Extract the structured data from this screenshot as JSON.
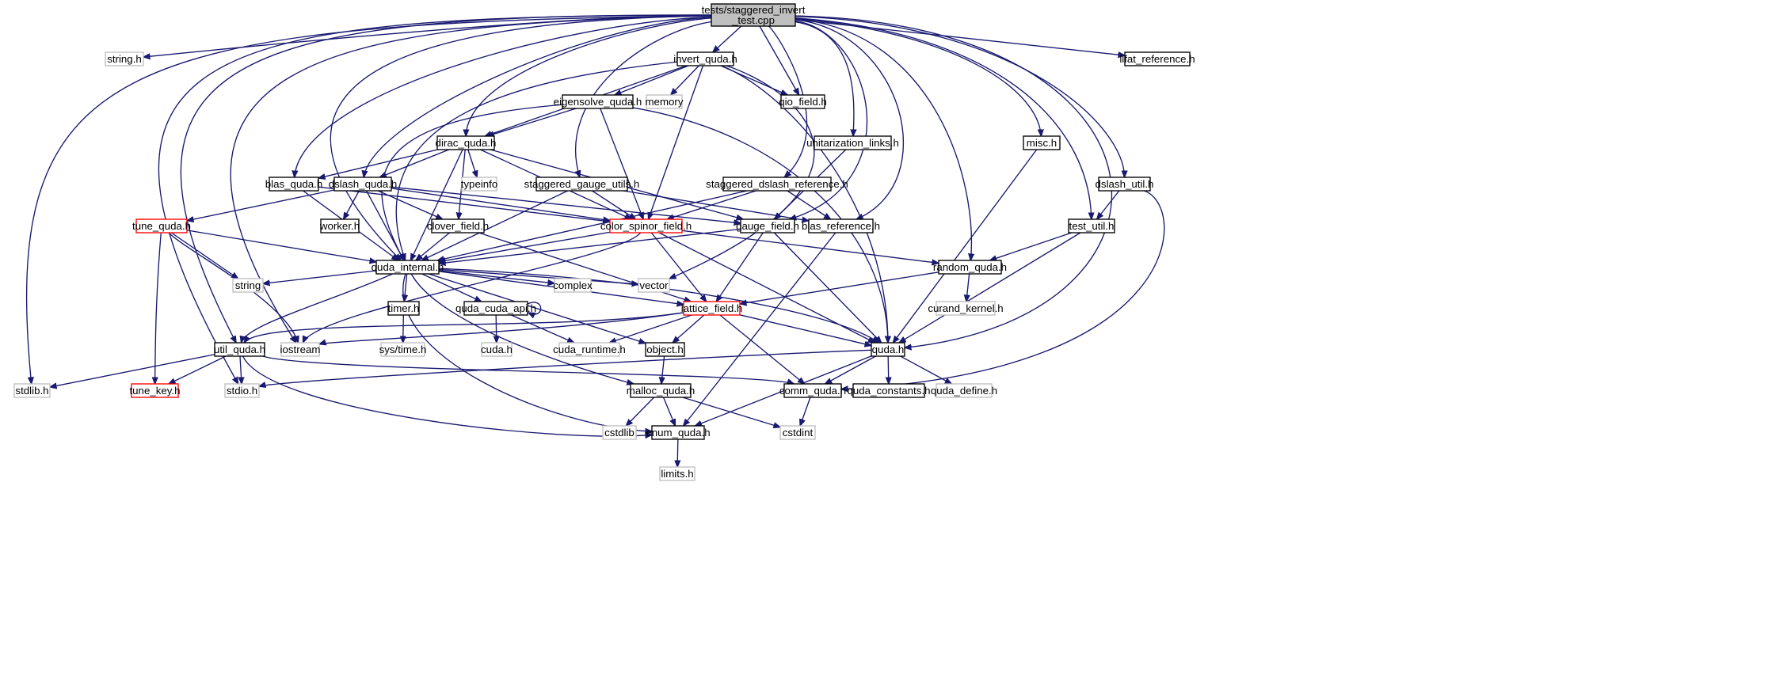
{
  "graph": {
    "edge_color": "#191970",
    "node_styles": {
      "root": {
        "fill": "#bfbfbf",
        "border": "#000000"
      },
      "doc": {
        "fill": "#ffffff",
        "border": "#000000"
      },
      "red": {
        "fill": "#ffffff",
        "border": "#ff0000"
      },
      "sys": {
        "fill": "#ffffff",
        "border": "#bfbfbf"
      }
    },
    "nodes": [
      {
        "id": "root",
        "kind": "root",
        "lines": [
          "tests/staggered_invert",
          "_test.cpp"
        ]
      },
      {
        "id": "string_h",
        "kind": "sys",
        "lines": [
          "string.h"
        ]
      },
      {
        "id": "invert_quda",
        "kind": "doc",
        "lines": [
          "invert_quda.h"
        ]
      },
      {
        "id": "llfat_reference",
        "kind": "doc",
        "lines": [
          "llfat_reference.h"
        ]
      },
      {
        "id": "eigensolve_quda",
        "kind": "doc",
        "lines": [
          "eigensolve_quda.h"
        ]
      },
      {
        "id": "memory",
        "kind": "sys",
        "lines": [
          "memory"
        ]
      },
      {
        "id": "qio_field",
        "kind": "doc",
        "lines": [
          "qio_field.h"
        ]
      },
      {
        "id": "dirac_quda",
        "kind": "doc",
        "lines": [
          "dirac_quda.h"
        ]
      },
      {
        "id": "unitarization_links",
        "kind": "doc",
        "lines": [
          "unitarization_links.h"
        ]
      },
      {
        "id": "misc",
        "kind": "doc",
        "lines": [
          "misc.h"
        ]
      },
      {
        "id": "typeinfo",
        "kind": "sys",
        "lines": [
          "typeinfo"
        ]
      },
      {
        "id": "blas_quda",
        "kind": "doc",
        "lines": [
          "blas_quda.h"
        ]
      },
      {
        "id": "dslash_quda",
        "kind": "doc",
        "lines": [
          "dslash_quda.h"
        ]
      },
      {
        "id": "staggered_gauge_utils",
        "kind": "doc",
        "lines": [
          "staggered_gauge_utils.h"
        ]
      },
      {
        "id": "staggered_dslash_reference",
        "kind": "doc",
        "lines": [
          "staggered_dslash_reference.h"
        ]
      },
      {
        "id": "dslash_util",
        "kind": "doc",
        "lines": [
          "dslash_util.h"
        ]
      },
      {
        "id": "tune_quda",
        "kind": "red",
        "lines": [
          "tune_quda.h"
        ]
      },
      {
        "id": "worker",
        "kind": "doc",
        "lines": [
          "worker.h"
        ]
      },
      {
        "id": "clover_field",
        "kind": "doc",
        "lines": [
          "clover_field.h"
        ]
      },
      {
        "id": "color_spinor_field",
        "kind": "red",
        "lines": [
          "color_spinor_field.h"
        ]
      },
      {
        "id": "gauge_field",
        "kind": "doc",
        "lines": [
          "gauge_field.h"
        ]
      },
      {
        "id": "blas_reference",
        "kind": "doc",
        "lines": [
          "blas_reference.h"
        ]
      },
      {
        "id": "test_util",
        "kind": "doc",
        "lines": [
          "test_util.h"
        ]
      },
      {
        "id": "quda_internal",
        "kind": "doc",
        "lines": [
          "quda_internal.h"
        ]
      },
      {
        "id": "random_quda",
        "kind": "doc",
        "lines": [
          "random_quda.h"
        ]
      },
      {
        "id": "string",
        "kind": "sys",
        "lines": [
          "string"
        ]
      },
      {
        "id": "timer",
        "kind": "doc",
        "lines": [
          "timer.h"
        ]
      },
      {
        "id": "quda_cuda_api",
        "kind": "doc",
        "lines": [
          "quda_cuda_api.h"
        ]
      },
      {
        "id": "complex",
        "kind": "sys",
        "lines": [
          "complex"
        ]
      },
      {
        "id": "vector",
        "kind": "sys",
        "lines": [
          "vector"
        ]
      },
      {
        "id": "lattice_field",
        "kind": "red",
        "lines": [
          "lattice_field.h"
        ]
      },
      {
        "id": "curand_kernel",
        "kind": "sys",
        "lines": [
          "curand_kernel.h"
        ]
      },
      {
        "id": "util_quda",
        "kind": "doc",
        "lines": [
          "util_quda.h"
        ]
      },
      {
        "id": "iostream",
        "kind": "sys",
        "lines": [
          "iostream"
        ]
      },
      {
        "id": "sys_time",
        "kind": "sys",
        "lines": [
          "sys/time.h"
        ]
      },
      {
        "id": "cuda_h",
        "kind": "sys",
        "lines": [
          "cuda.h"
        ]
      },
      {
        "id": "cuda_runtime",
        "kind": "sys",
        "lines": [
          "cuda_runtime.h"
        ]
      },
      {
        "id": "object",
        "kind": "doc",
        "lines": [
          "object.h"
        ]
      },
      {
        "id": "quda_h",
        "kind": "doc",
        "lines": [
          "quda.h"
        ]
      },
      {
        "id": "stdlib",
        "kind": "sys",
        "lines": [
          "stdlib.h"
        ]
      },
      {
        "id": "tune_key",
        "kind": "red",
        "lines": [
          "tune_key.h"
        ]
      },
      {
        "id": "stdio",
        "kind": "sys",
        "lines": [
          "stdio.h"
        ]
      },
      {
        "id": "malloc_quda",
        "kind": "doc",
        "lines": [
          "malloc_quda.h"
        ]
      },
      {
        "id": "comm_quda",
        "kind": "doc",
        "lines": [
          "comm_quda.h"
        ]
      },
      {
        "id": "quda_constants",
        "kind": "doc",
        "lines": [
          "quda_constants.h"
        ]
      },
      {
        "id": "quda_define",
        "kind": "sys",
        "lines": [
          "quda_define.h"
        ]
      },
      {
        "id": "cstdlib",
        "kind": "sys",
        "lines": [
          "cstdlib"
        ]
      },
      {
        "id": "enum_quda",
        "kind": "doc",
        "lines": [
          "enum_quda.h"
        ]
      },
      {
        "id": "cstdint",
        "kind": "sys",
        "lines": [
          "cstdint"
        ]
      },
      {
        "id": "limits",
        "kind": "sys",
        "lines": [
          "limits.h"
        ]
      }
    ],
    "edges": [
      [
        "root",
        "string_h"
      ],
      [
        "root",
        "invert_quda"
      ],
      [
        "root",
        "llfat_reference"
      ],
      [
        "root",
        "qio_field"
      ],
      [
        "root",
        "dirac_quda"
      ],
      [
        "root",
        "unitarization_links"
      ],
      [
        "root",
        "misc"
      ],
      [
        "root",
        "blas_quda"
      ],
      [
        "root",
        "dslash_quda"
      ],
      [
        "root",
        "staggered_gauge_utils"
      ],
      [
        "root",
        "staggered_dslash_reference"
      ],
      [
        "root",
        "dslash_util"
      ],
      [
        "root",
        "gauge_field"
      ],
      [
        "root",
        "blas_reference"
      ],
      [
        "root",
        "test_util"
      ],
      [
        "root",
        "quda_internal"
      ],
      [
        "root",
        "random_quda"
      ],
      [
        "root",
        "util_quda"
      ],
      [
        "root",
        "iostream"
      ],
      [
        "root",
        "quda_h"
      ],
      [
        "root",
        "stdlib"
      ],
      [
        "root",
        "stdio"
      ],
      [
        "invert_quda",
        "eigensolve_quda"
      ],
      [
        "invert_quda",
        "memory"
      ],
      [
        "invert_quda",
        "qio_field"
      ],
      [
        "invert_quda",
        "dirac_quda"
      ],
      [
        "invert_quda",
        "color_spinor_field"
      ],
      [
        "invert_quda",
        "quda_internal"
      ],
      [
        "invert_quda",
        "vector"
      ],
      [
        "invert_quda",
        "quda_h"
      ],
      [
        "eigensolve_quda",
        "dirac_quda"
      ],
      [
        "eigensolve_quda",
        "color_spinor_field"
      ],
      [
        "eigensolve_quda",
        "quda_internal"
      ],
      [
        "eigensolve_quda",
        "quda_h"
      ],
      [
        "dirac_quda",
        "typeinfo"
      ],
      [
        "dirac_quda",
        "blas_quda"
      ],
      [
        "dirac_quda",
        "dslash_quda"
      ],
      [
        "dirac_quda",
        "clover_field"
      ],
      [
        "dirac_quda",
        "color_spinor_field"
      ],
      [
        "dirac_quda",
        "gauge_field"
      ],
      [
        "dirac_quda",
        "quda_internal"
      ],
      [
        "unitarization_links",
        "gauge_field"
      ],
      [
        "misc",
        "quda_h"
      ],
      [
        "blas_quda",
        "color_spinor_field"
      ],
      [
        "blas_quda",
        "quda_internal"
      ],
      [
        "dslash_quda",
        "tune_quda"
      ],
      [
        "dslash_quda",
        "worker"
      ],
      [
        "dslash_quda",
        "clover_field"
      ],
      [
        "dslash_quda",
        "color_spinor_field"
      ],
      [
        "dslash_quda",
        "gauge_field"
      ],
      [
        "dslash_quda",
        "quda_internal"
      ],
      [
        "staggered_gauge_utils",
        "color_spinor_field"
      ],
      [
        "staggered_gauge_utils",
        "blas_reference"
      ],
      [
        "staggered_gauge_utils",
        "quda_internal"
      ],
      [
        "staggered_dslash_reference",
        "color_spinor_field"
      ],
      [
        "staggered_dslash_reference",
        "blas_reference"
      ],
      [
        "staggered_dslash_reference",
        "quda_internal"
      ],
      [
        "dslash_util",
        "test_util"
      ],
      [
        "dslash_util",
        "comm_quda"
      ],
      [
        "tune_quda",
        "quda_internal"
      ],
      [
        "tune_quda",
        "string"
      ],
      [
        "tune_quda",
        "iostream"
      ],
      [
        "tune_quda",
        "tune_key"
      ],
      [
        "clover_field",
        "quda_internal"
      ],
      [
        "clover_field",
        "lattice_field"
      ],
      [
        "color_spinor_field",
        "quda_internal"
      ],
      [
        "color_spinor_field",
        "lattice_field"
      ],
      [
        "color_spinor_field",
        "random_quda"
      ],
      [
        "color_spinor_field",
        "iostream"
      ],
      [
        "color_spinor_field",
        "quda_h"
      ],
      [
        "gauge_field",
        "quda_internal"
      ],
      [
        "gauge_field",
        "lattice_field"
      ],
      [
        "gauge_field",
        "quda_h"
      ],
      [
        "blas_reference",
        "enum_quda"
      ],
      [
        "test_util",
        "random_quda"
      ],
      [
        "test_util",
        "quda_h"
      ],
      [
        "random_quda",
        "lattice_field"
      ],
      [
        "random_quda",
        "curand_kernel"
      ],
      [
        "quda_internal",
        "string"
      ],
      [
        "quda_internal",
        "timer"
      ],
      [
        "quda_internal",
        "quda_cuda_api"
      ],
      [
        "quda_internal",
        "complex"
      ],
      [
        "quda_internal",
        "vector"
      ],
      [
        "quda_internal",
        "object"
      ],
      [
        "quda_internal",
        "util_quda"
      ],
      [
        "quda_internal",
        "malloc_quda"
      ],
      [
        "quda_internal",
        "quda_h"
      ],
      [
        "quda_internal",
        "enum_quda"
      ],
      [
        "quda_internal",
        "lattice_field"
      ],
      [
        "timer",
        "sys_time"
      ],
      [
        "quda_cuda_api",
        "quda_cuda_api"
      ],
      [
        "quda_cuda_api",
        "cuda_h"
      ],
      [
        "quda_cuda_api",
        "cuda_runtime"
      ],
      [
        "lattice_field",
        "iostream"
      ],
      [
        "lattice_field",
        "cuda_runtime"
      ],
      [
        "lattice_field",
        "object"
      ],
      [
        "lattice_field",
        "util_quda"
      ],
      [
        "lattice_field",
        "quda_h"
      ],
      [
        "lattice_field",
        "comm_quda"
      ],
      [
        "util_quda",
        "stdlib"
      ],
      [
        "util_quda",
        "tune_key"
      ],
      [
        "util_quda",
        "stdio"
      ],
      [
        "util_quda",
        "comm_quda"
      ],
      [
        "util_quda",
        "enum_quda"
      ],
      [
        "object",
        "malloc_quda"
      ],
      [
        "malloc_quda",
        "cstdlib"
      ],
      [
        "malloc_quda",
        "enum_quda"
      ],
      [
        "malloc_quda",
        "cstdint"
      ],
      [
        "quda_h",
        "stdio"
      ],
      [
        "quda_h",
        "comm_quda"
      ],
      [
        "quda_h",
        "quda_constants"
      ],
      [
        "quda_h",
        "quda_define"
      ],
      [
        "quda_h",
        "enum_quda"
      ],
      [
        "comm_quda",
        "cstdint"
      ],
      [
        "enum_quda",
        "limits"
      ]
    ]
  }
}
